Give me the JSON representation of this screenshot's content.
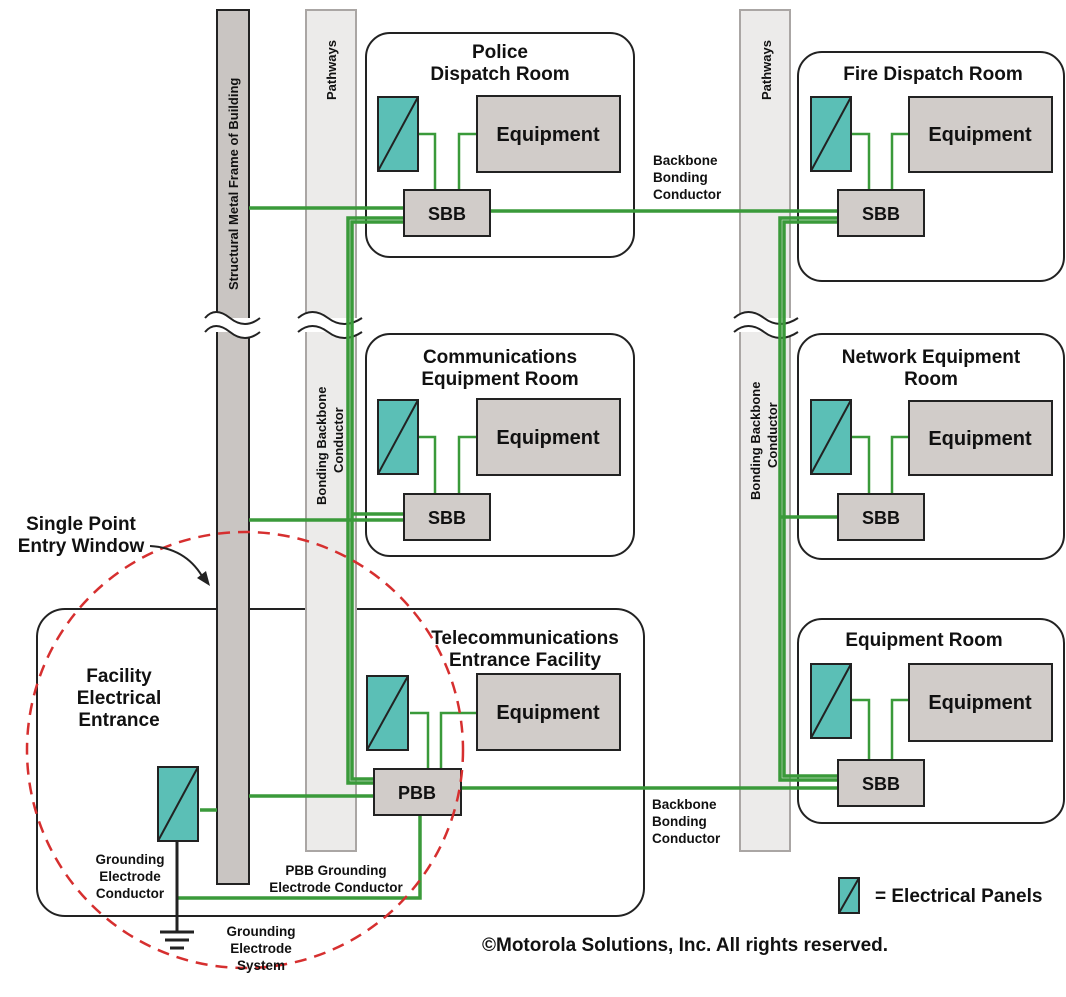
{
  "rooms": {
    "police": {
      "title_1": "Police",
      "title_2": "Dispatch Room",
      "equipment": "Equipment",
      "bus": "SBB"
    },
    "fire": {
      "title_1": "Fire Dispatch Room",
      "equipment": "Equipment",
      "bus": "SBB"
    },
    "comms": {
      "title_1": "Communications",
      "title_2": "Equipment Room",
      "equipment": "Equipment",
      "bus": "SBB"
    },
    "network": {
      "title_1": "Network Equipment",
      "title_2": "Room",
      "equipment": "Equipment",
      "bus": "SBB"
    },
    "telecom": {
      "title_1": "Telecommunications",
      "title_2": "Entrance Facility",
      "equipment": "Equipment",
      "bus": "PBB"
    },
    "equipment_room": {
      "title_1": "Equipment Room",
      "equipment": "Equipment",
      "bus": "SBB"
    },
    "facility": {
      "title_1": "Facility",
      "title_2": "Electrical",
      "title_3": "Entrance"
    }
  },
  "vertical_labels": {
    "frame": "Structural Metal Frame of Building",
    "pathways_left": "Pathways",
    "pathways_right": "Pathways",
    "bbc_left_1": "Bonding Backbone",
    "bbc_left_2": "Conductor",
    "bbc_right_1": "Bonding Backbone",
    "bbc_right_2": "Conductor"
  },
  "annotations": {
    "backbone_top_1": "Backbone",
    "backbone_top_2": "Bonding",
    "backbone_top_3": "Conductor",
    "backbone_bottom_1": "Backbone",
    "backbone_bottom_2": "Bonding",
    "backbone_bottom_3": "Conductor",
    "spew_1": "Single Point",
    "spew_2": "Entry Window",
    "gec_1": "Grounding",
    "gec_2": "Electrode",
    "gec_3": "Conductor",
    "pbb_gec_1": "PBB Grounding",
    "pbb_gec_2": "Electrode Conductor",
    "ges_1": "Grounding",
    "ges_2": "Electrode",
    "ges_3": "System"
  },
  "legend": {
    "label": "= Electrical Panels"
  },
  "copyright": "©Motorola Solutions, Inc. All rights reserved.",
  "colors": {
    "panel": "#5bbfb6",
    "conductor": "#3a9a3a",
    "window_dash": "#d62f2f",
    "box": "#d1ccc9"
  }
}
